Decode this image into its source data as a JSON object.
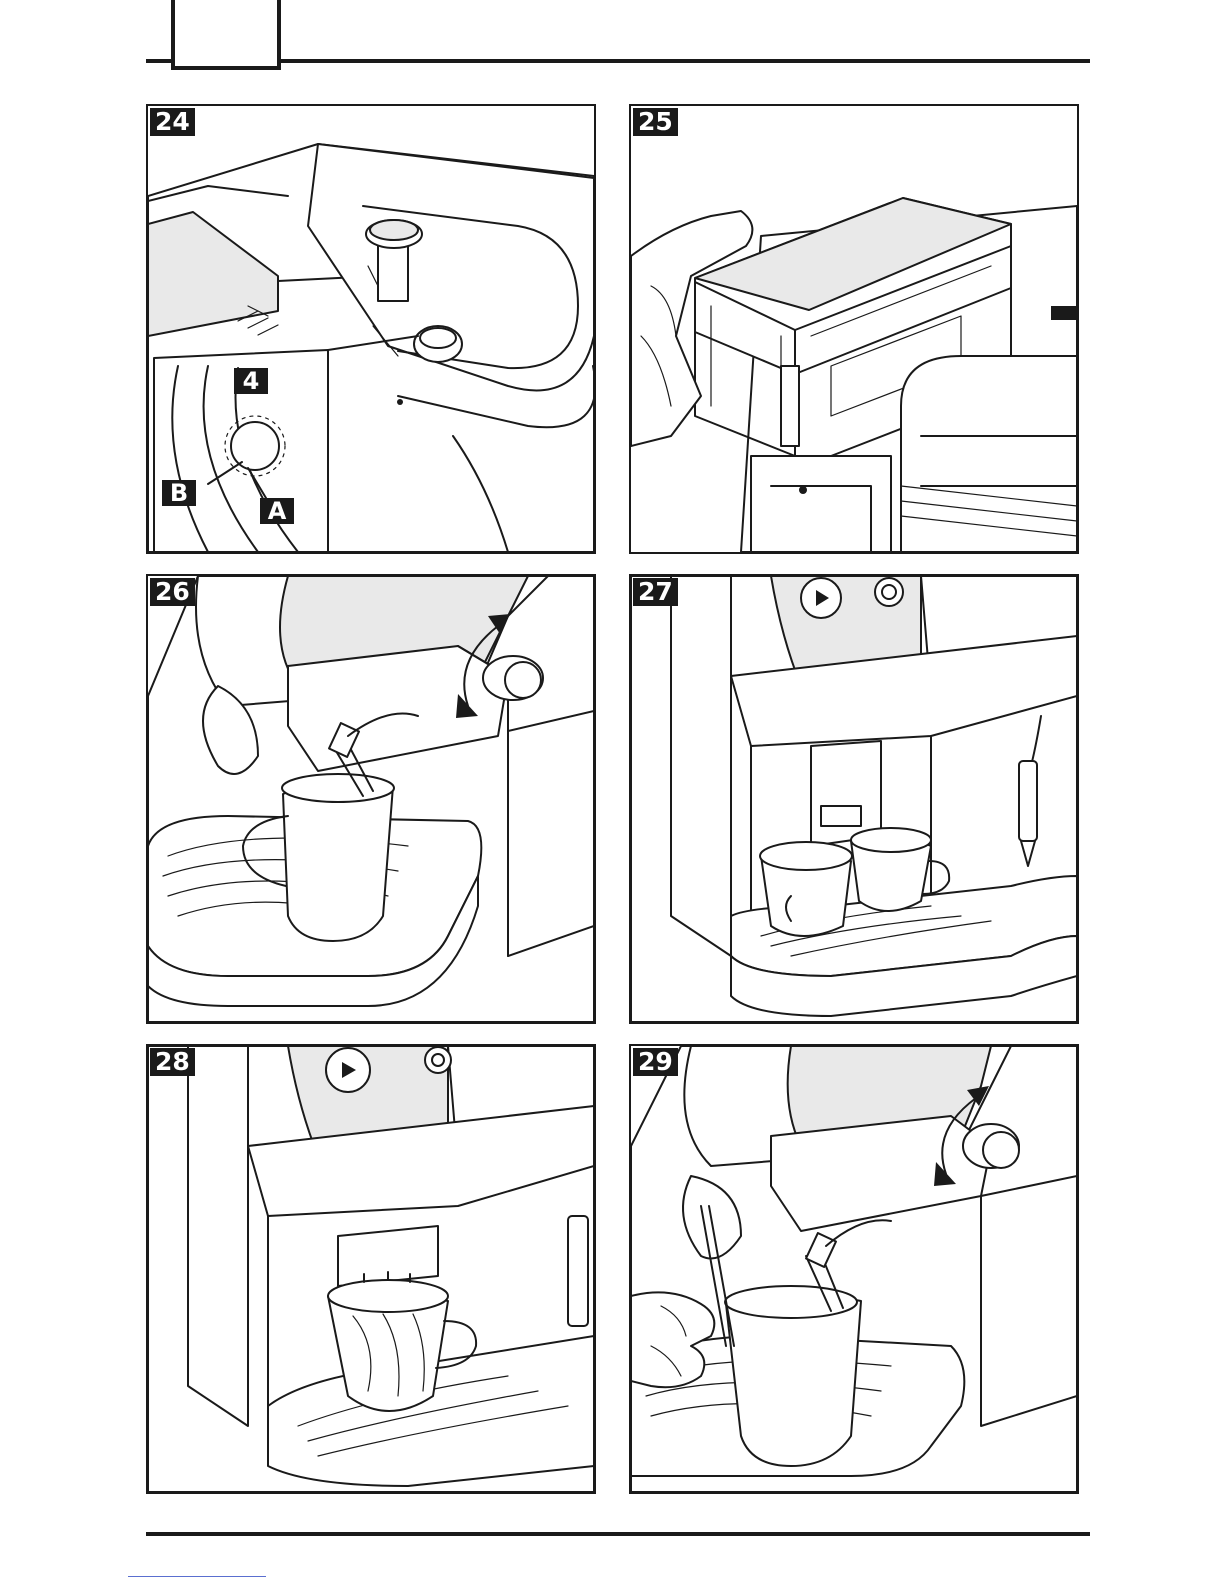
{
  "figures": [
    {
      "number": "24",
      "callouts": {
        "top": "4",
        "left": "B",
        "right": "A"
      }
    },
    {
      "number": "25"
    },
    {
      "number": "26"
    },
    {
      "number": "27"
    },
    {
      "number": "28"
    },
    {
      "number": "29"
    }
  ],
  "colors": {
    "ink": "#1a1a1a",
    "paper": "#ffffff"
  }
}
